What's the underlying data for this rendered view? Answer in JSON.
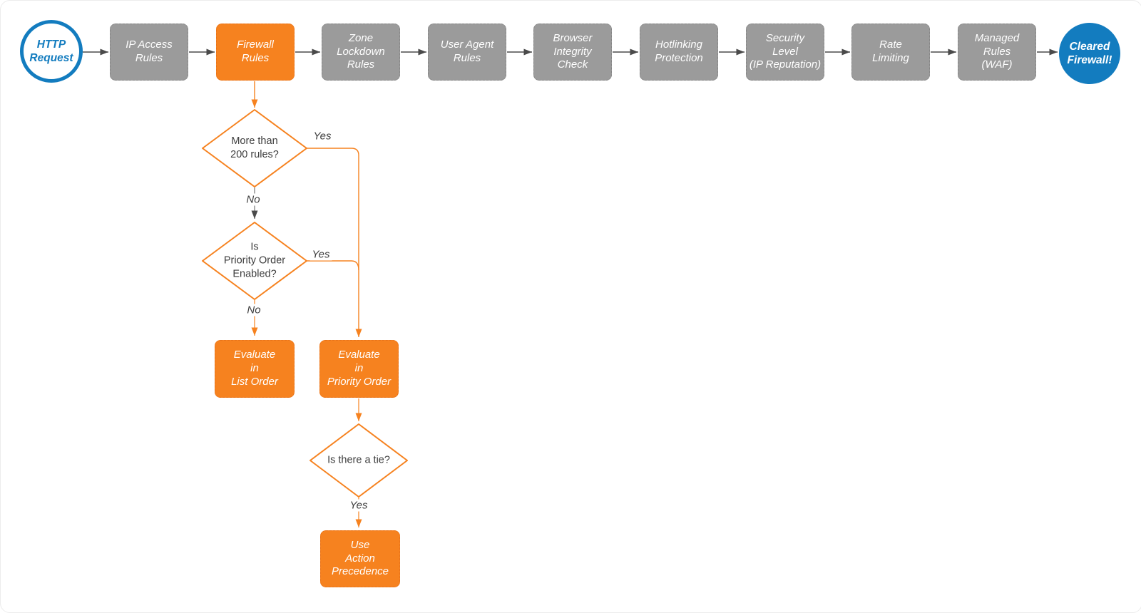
{
  "colors": {
    "orange": "#F6821F",
    "blue": "#137CBF",
    "gray_box": "#9B9B9B",
    "arrow_gray": "#4A4A4A",
    "text_dark": "#3D3D3D"
  },
  "flow": {
    "start": {
      "label": "HTTP\nRequest"
    },
    "steps": [
      {
        "label": "IP Access\nRules",
        "variant": "gray"
      },
      {
        "label": "Firewall\nRules",
        "variant": "orange"
      },
      {
        "label": "Zone\nLockdown\nRules",
        "variant": "gray"
      },
      {
        "label": "User Agent\nRules",
        "variant": "gray"
      },
      {
        "label": "Browser\nIntegrity\nCheck",
        "variant": "gray"
      },
      {
        "label": "Hotlinking\nProtection",
        "variant": "gray"
      },
      {
        "label": "Security\nLevel\n(IP Reputation)",
        "variant": "gray"
      },
      {
        "label": "Rate\nLimiting",
        "variant": "gray"
      },
      {
        "label": "Managed\nRules\n(WAF)",
        "variant": "gray"
      }
    ],
    "end": {
      "label": "Cleared\nFirewall!"
    },
    "decisions": [
      {
        "label": "More than\n200 rules?"
      },
      {
        "label": "Is\nPriority Order\nEnabled?"
      },
      {
        "label": "Is there a tie?"
      }
    ],
    "actions": [
      {
        "label": "Evaluate\nin\nList Order"
      },
      {
        "label": "Evaluate\nin\nPriority Order"
      },
      {
        "label": "Use\nAction\nPrecedence"
      }
    ],
    "edge_labels": {
      "d1_yes": "Yes",
      "d1_no": "No",
      "d2_yes": "Yes",
      "d2_no": "No",
      "d3_yes": "Yes"
    }
  }
}
